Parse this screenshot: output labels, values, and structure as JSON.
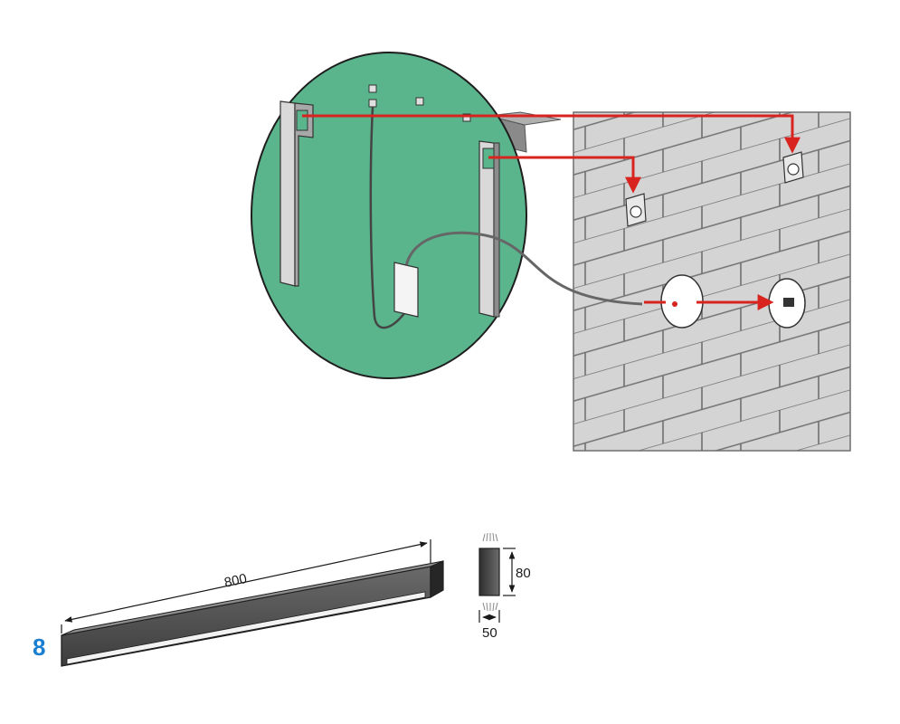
{
  "step_number": "8",
  "dimensions": {
    "length_label": "800",
    "height_label": "80",
    "width_label": "50"
  },
  "colors": {
    "mirror_green": "#5ab48c",
    "arrow_red": "#d8231f",
    "brick_fill": "#d4d4d4",
    "mortar": "#707070",
    "fixture_dark": "#4d4d4d",
    "step_blue": "#1a7fd0"
  }
}
